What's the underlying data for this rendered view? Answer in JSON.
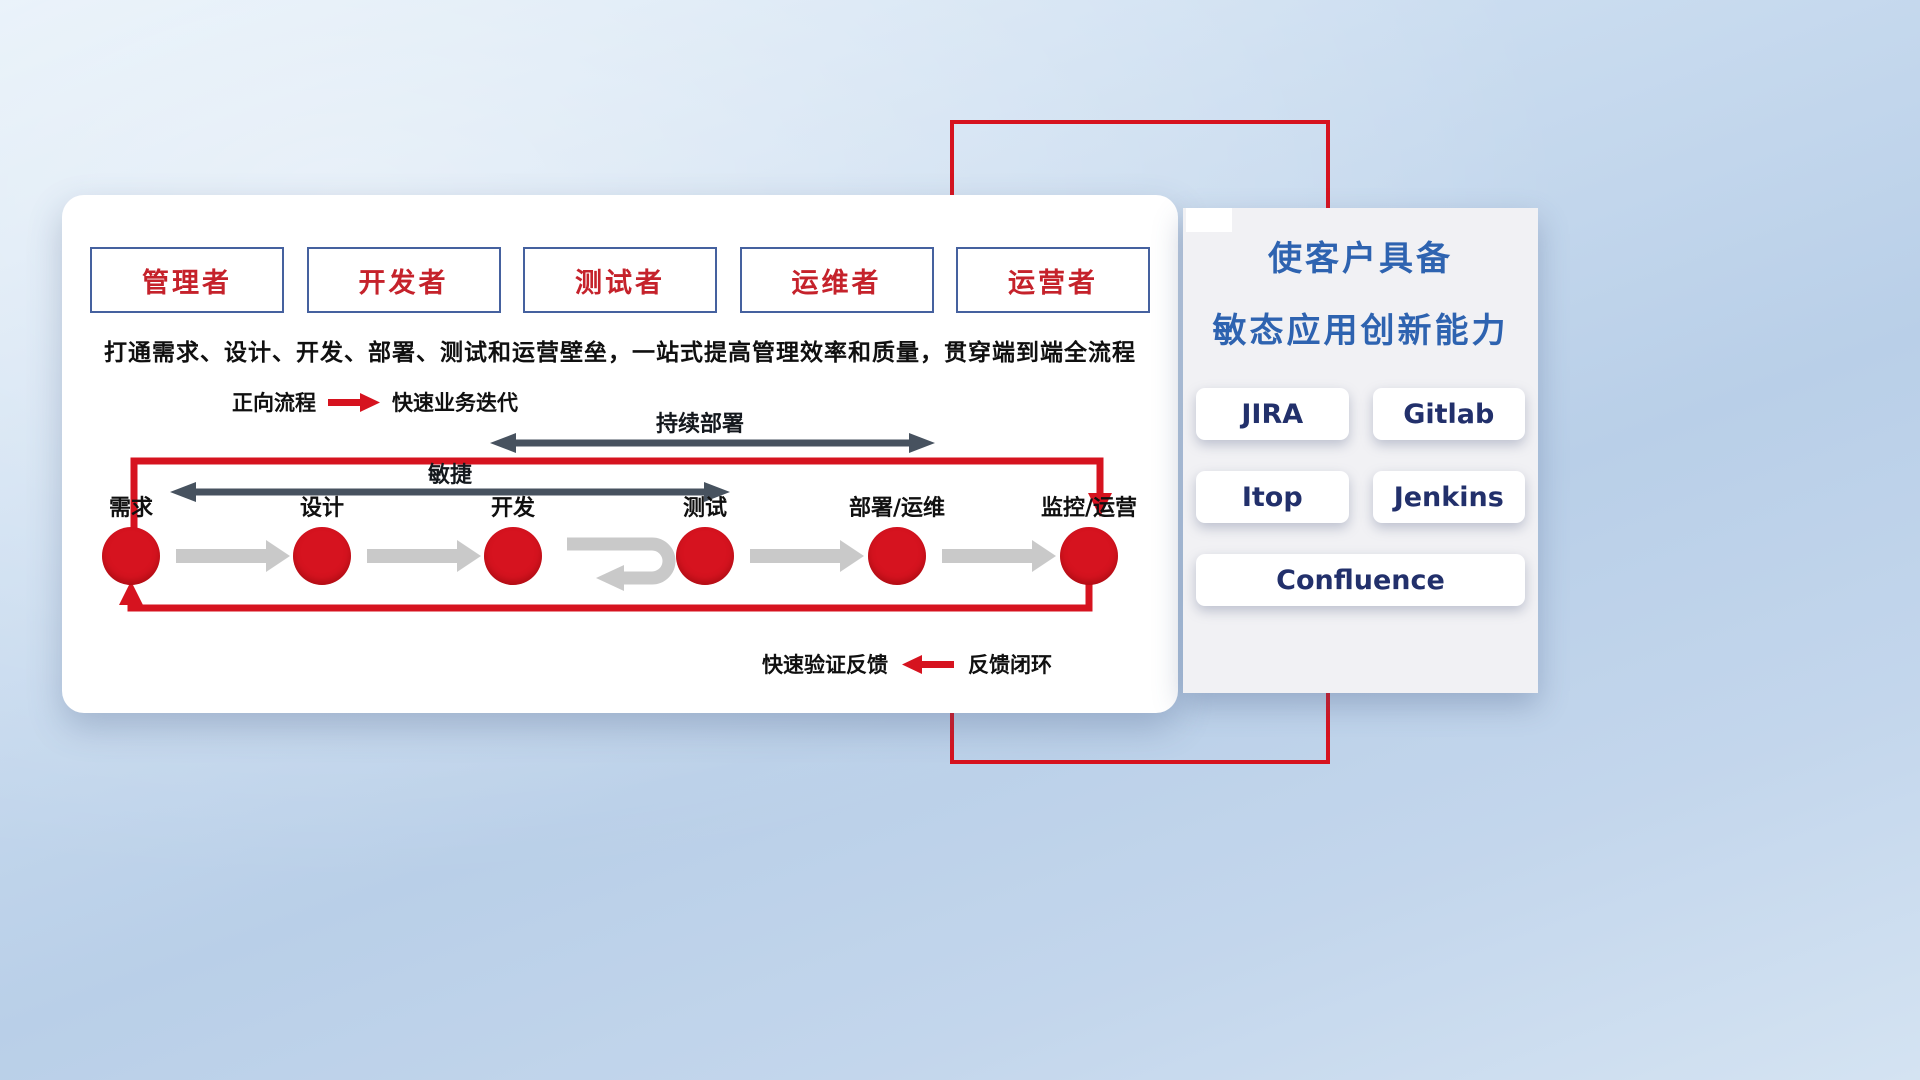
{
  "main_panel": {
    "roles": [
      "管理者",
      "开发者",
      "测试者",
      "运维者",
      "运营者"
    ],
    "subtitle": "打通需求、设计、开发、部署、测试和运营壁垒，一站式提高管理效率和质量，贯穿端到端全流程",
    "legend": {
      "forward_label": "正向流程",
      "forward_desc": "快速业务迭代"
    },
    "flow": {
      "stages": [
        "需求",
        "设计",
        "开发",
        "测试",
        "部署/运维",
        "监控/运营"
      ],
      "agile_label": "敏捷",
      "continuous_deployment_label": "持续部署",
      "feedback_fast_label": "快速验证反馈",
      "feedback_loop_label": "反馈闭环"
    }
  },
  "side_panel": {
    "title_line1": "使客户具备",
    "title_line2": "敏态应用创新能力",
    "tools": [
      "JIRA",
      "Gitlab",
      "Itop",
      "Jenkins",
      "Confluence"
    ]
  },
  "colors": {
    "accent_red": "#d6131f",
    "title_blue": "#2e63b0",
    "tool_navy": "#22306b",
    "role_text_red": "#c5222b",
    "role_border_blue": "#45619f",
    "dark_arrow_gray": "#47525f",
    "light_arrow_gray": "#c9c9c9"
  }
}
